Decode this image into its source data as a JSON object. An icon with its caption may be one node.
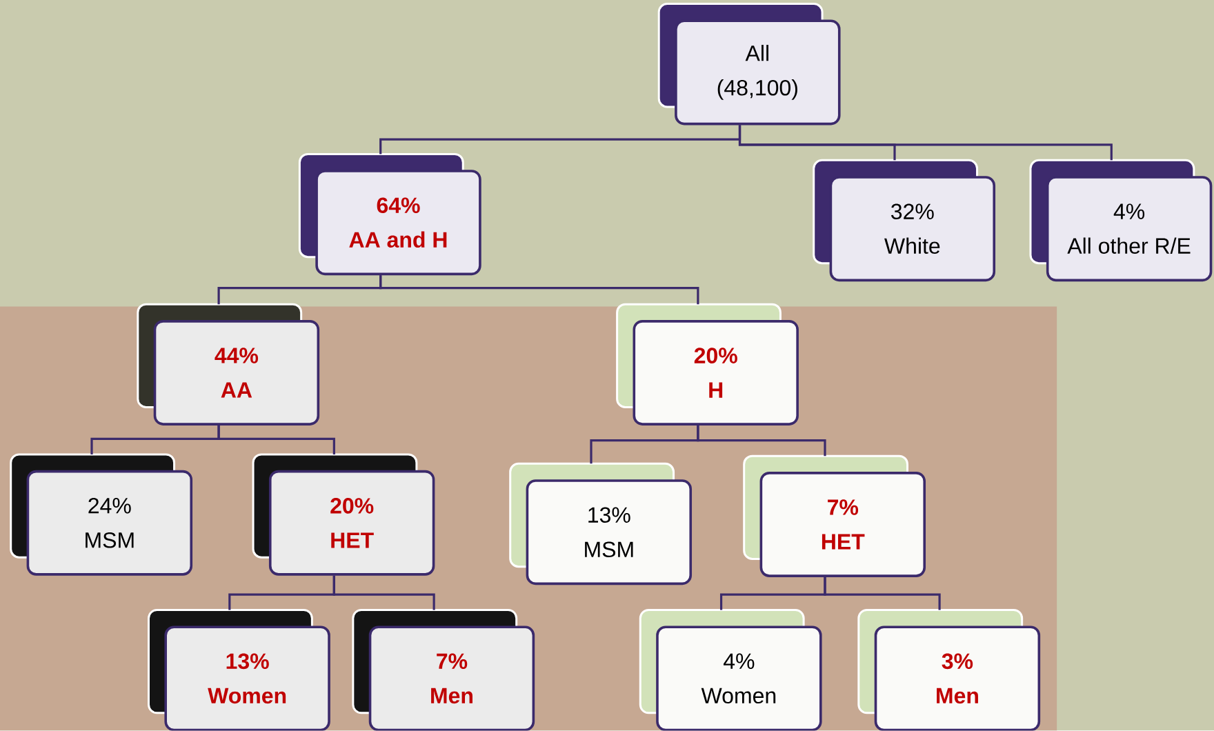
{
  "diagram": {
    "nodes": [
      {
        "text": [
          "All",
          "(48,100)"
        ]
      },
      {
        "text": [
          "64%",
          "AA and H"
        ]
      },
      {
        "text": [
          "32%",
          "White"
        ]
      },
      {
        "text": [
          "4%",
          "All other R/E"
        ]
      },
      {
        "text": [
          "44%",
          "AA"
        ]
      },
      {
        "text": [
          "20%",
          "H"
        ]
      },
      {
        "text": [
          "24%",
          "MSM"
        ]
      },
      {
        "text": [
          "20%",
          "HET"
        ]
      },
      {
        "text": [
          "13%",
          "MSM"
        ]
      },
      {
        "text": [
          "7%",
          "HET"
        ]
      },
      {
        "text": [
          "13%",
          "Women"
        ]
      },
      {
        "text": [
          "7%",
          "Men"
        ]
      },
      {
        "text": [
          "4%",
          "Women"
        ]
      },
      {
        "text": [
          "3%",
          "Men"
        ]
      }
    ],
    "edges": [
      {
        "from": 0,
        "to": 1,
        "arrow": "none"
      },
      {
        "from": 0,
        "to": 2,
        "arrow": "none"
      },
      {
        "from": 0,
        "to": 3,
        "arrow": "none"
      },
      {
        "from": 1,
        "to": 4,
        "arrow": "none"
      },
      {
        "from": 1,
        "to": 5,
        "arrow": "none"
      },
      {
        "from": 4,
        "to": 6,
        "arrow": "none"
      },
      {
        "from": 4,
        "to": 7,
        "arrow": "none"
      },
      {
        "from": 5,
        "to": 8,
        "arrow": "none"
      },
      {
        "from": 5,
        "to": 9,
        "arrow": "none"
      },
      {
        "from": 7,
        "to": 10,
        "arrow": "none"
      },
      {
        "from": 7,
        "to": 11,
        "arrow": "none"
      },
      {
        "from": 9,
        "to": 12,
        "arrow": "none"
      },
      {
        "from": 9,
        "to": 13,
        "arrow": "none"
      }
    ]
  }
}
